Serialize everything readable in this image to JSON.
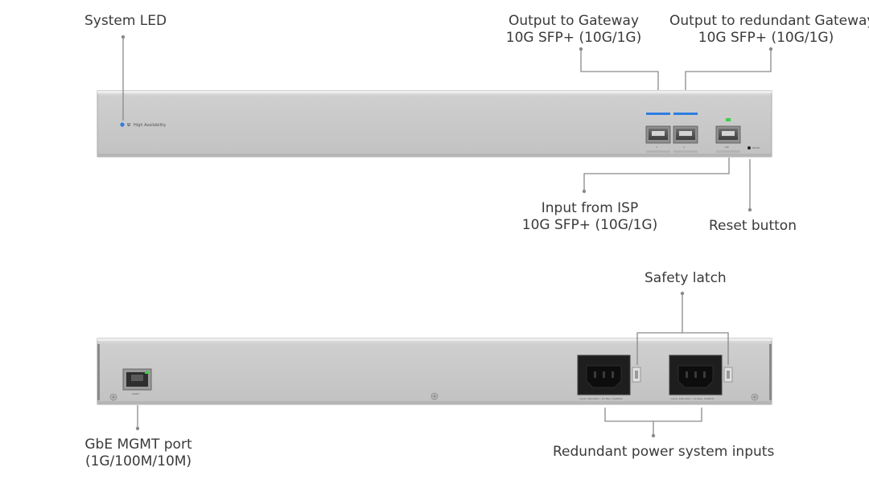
{
  "front_panel": {
    "branding": "High Availability",
    "port_labels": [
      "1",
      "2",
      "ISP"
    ],
    "reset_label": "RESET"
  },
  "rear_panel": {
    "mgmt_label": "MGMT",
    "power_ratings": [
      "Input: 100-240V~ 5A Max, 50/60Hz",
      "Input: 100-240V~ 5A Max, 50/60Hz"
    ]
  },
  "callouts": {
    "system_led": "System LED",
    "output_gateway": [
      "Output to Gateway",
      "10G SFP+ (10G/1G)"
    ],
    "output_redundant": [
      "Output to redundant Gateway",
      "10G SFP+ (10G/1G)"
    ],
    "input_isp": [
      "Input from ISP",
      "10G SFP+ (10G/1G)"
    ],
    "reset_button": "Reset button",
    "safety_latch": "Safety latch",
    "mgmt_port": [
      "GbE MGMT port",
      "(1G/100M/10M)"
    ],
    "power_inputs": "Redundant power system inputs"
  },
  "colors": {
    "chassis": "#c9c9c9",
    "chassis_edge": "#a8a8a8",
    "led_blue": "#2f7de1",
    "led_green": "#3fcf4a",
    "callout_line": "#8a8a8a"
  }
}
